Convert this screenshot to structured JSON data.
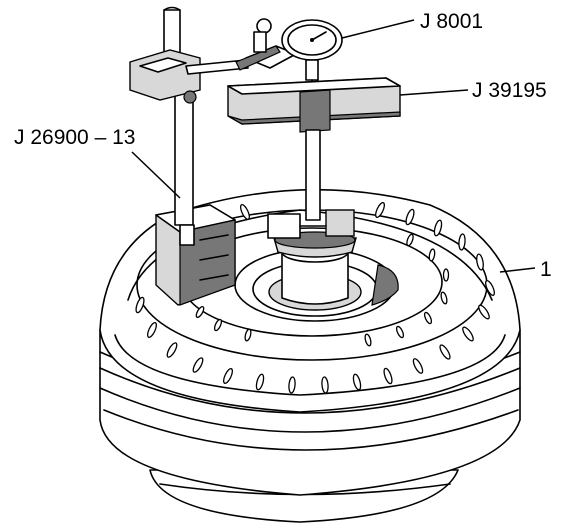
{
  "labels": {
    "dial_indicator": "J 8001",
    "fixture_bar": "J 39195",
    "indicator_post": "J 26900 – 13",
    "converter": "1"
  }
}
